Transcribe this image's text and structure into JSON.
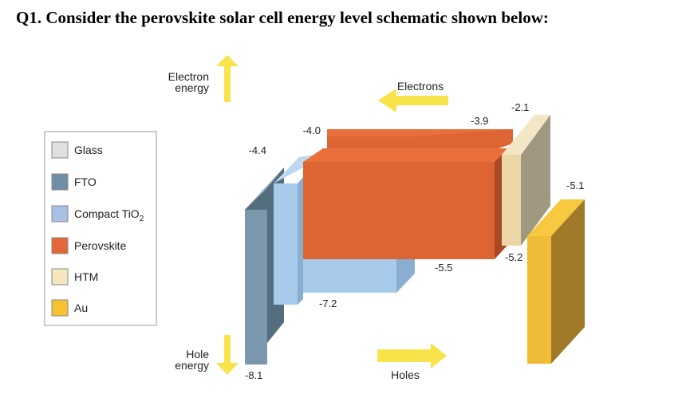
{
  "question": "Q1. Consider the perovskite solar cell energy level schematic shown below:",
  "axis": {
    "electron_energy": [
      "Electron",
      "energy"
    ],
    "hole_energy": [
      "Hole",
      "energy"
    ]
  },
  "flow": {
    "electrons": "Electrons",
    "holes": "Holes"
  },
  "legend": [
    {
      "label": "Glass",
      "color": "#e0e0e0"
    },
    {
      "label": "FTO",
      "color": "#6f8ea5"
    },
    {
      "label": "Compact TiO",
      "sub": "2",
      "color": "#a9c0e4"
    },
    {
      "label": "Perovskite",
      "color": "#e4673a"
    },
    {
      "label": "HTM",
      "color": "#f5e6bf"
    },
    {
      "label": "Au",
      "color": "#f5c232"
    }
  ],
  "levels": {
    "fto_top": "-4.4",
    "fto_bottom": "-8.1",
    "tio2_top": "-4.0",
    "tio2_bottom": "-7.2",
    "perovskite_top": "-3.9",
    "perovskite_bottom": "-5.5",
    "htm_top": "-2.1",
    "htm_bottom": "-5.2",
    "au": "-5.1"
  },
  "colors": {
    "arrow": "#f8e34a",
    "fto_front": "#7b97ab",
    "fto_top": "#8fa9bc",
    "fto_side": "#546e7e",
    "tio2_front": "#a8cbec",
    "tio2_top": "#bcd8f2",
    "tio2_side": "#89aed2",
    "pero_front": "#dc6533",
    "pero_top": "#e9703c",
    "pero_side": "#a84824",
    "htm_front": "#ead6a6",
    "htm_top": "#f4e6c4",
    "htm_side": "#a09880",
    "au_front": "#f0bb36",
    "au_top": "#f6c940",
    "au_side": "#a07a28"
  }
}
